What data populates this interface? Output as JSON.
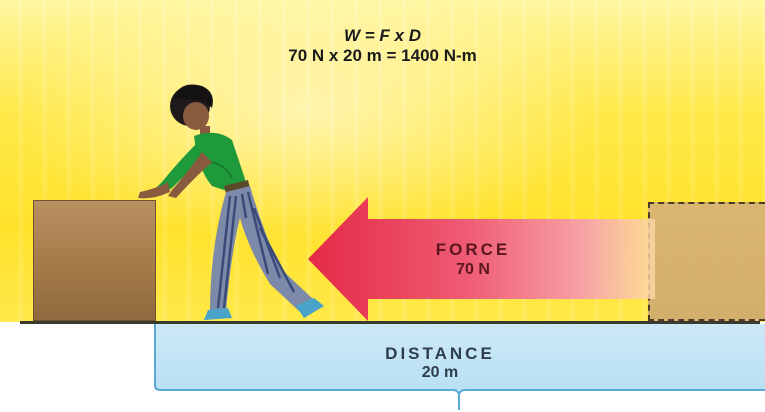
{
  "formula": {
    "equation": "W = F x D",
    "calculation": "70 N x 20 m = 1400 N-m"
  },
  "force": {
    "label": "FORCE",
    "value": "70 N"
  },
  "distance": {
    "label": "DISTANCE",
    "value": "20 m"
  },
  "colors": {
    "background": "#ffe22a",
    "force_arrow": "#e8304a",
    "distance_band": "#c2e4f5",
    "box": "#a47a48"
  }
}
